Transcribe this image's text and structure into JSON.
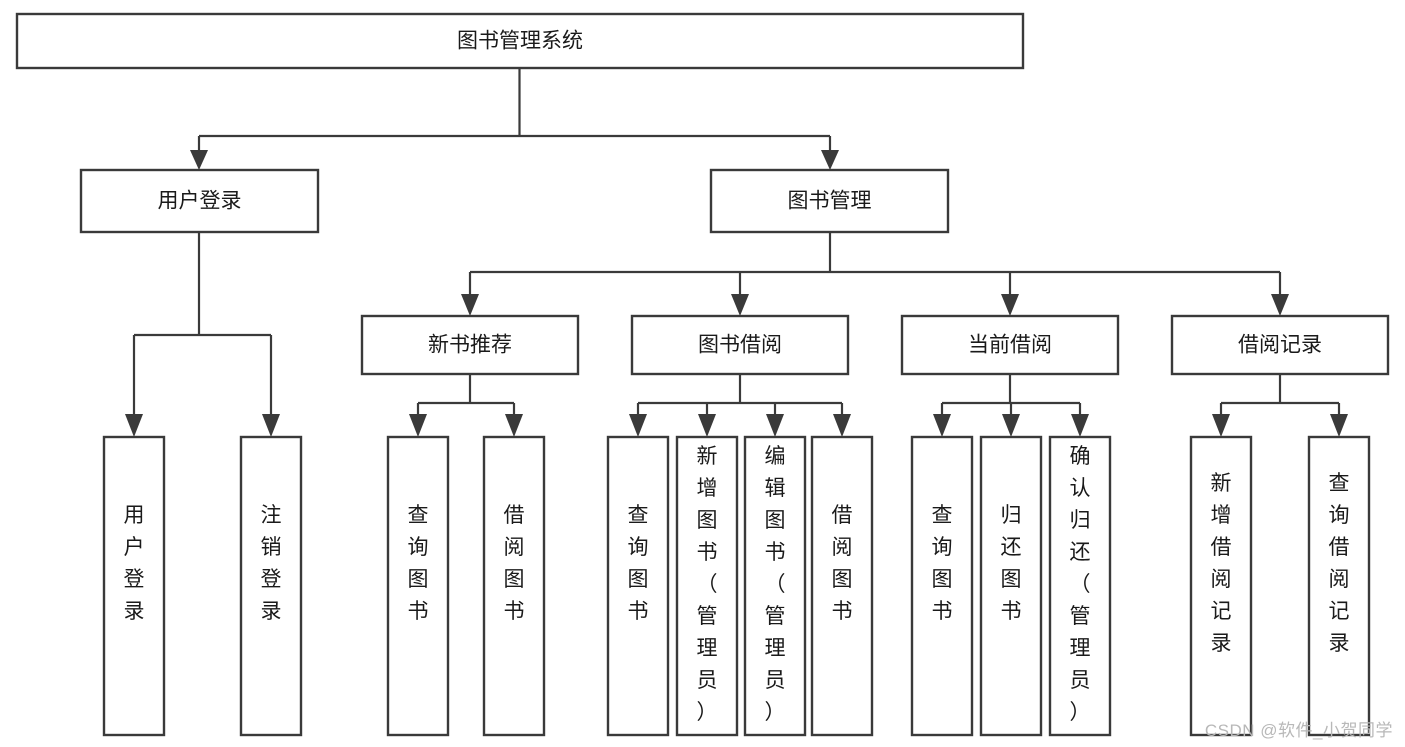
{
  "diagram": {
    "type": "tree-hierarchy",
    "title": "图书管理系统",
    "orientation": "top-down",
    "colors": {
      "box_stroke": "#3a3a3a",
      "box_fill": "#ffffff",
      "connector": "#3a3a3a",
      "text": "#1a1a1a",
      "watermark": "#b8b8b8",
      "background": "#ffffff"
    },
    "root": {
      "label": "图书管理系统",
      "name": "root-node"
    },
    "level2": [
      {
        "label": "用户登录",
        "name": "node-user-login"
      },
      {
        "label": "图书管理",
        "name": "node-book-management"
      }
    ],
    "level3": [
      {
        "label": "新书推荐",
        "name": "node-new-book-recommend"
      },
      {
        "label": "图书借阅",
        "name": "node-book-borrow"
      },
      {
        "label": "当前借阅",
        "name": "node-current-borrow"
      },
      {
        "label": "借阅记录",
        "name": "node-borrow-record"
      }
    ],
    "leaves": {
      "user_login": [
        {
          "label": "用户登录",
          "name": "leaf-user-login"
        },
        {
          "label": "注销登录",
          "name": "leaf-logout"
        }
      ],
      "new_book_recommend": [
        {
          "label": "查询图书",
          "name": "leaf-query-book-1"
        },
        {
          "label": "借阅图书",
          "name": "leaf-borrow-book-1"
        }
      ],
      "book_borrow": [
        {
          "label": "查询图书",
          "name": "leaf-query-book-2"
        },
        {
          "label": "新增图书（管理员）",
          "name": "leaf-add-book-admin"
        },
        {
          "label": "编辑图书（管理员）",
          "name": "leaf-edit-book-admin"
        },
        {
          "label": "借阅图书",
          "name": "leaf-borrow-book-2"
        }
      ],
      "current_borrow": [
        {
          "label": "查询图书",
          "name": "leaf-query-book-3"
        },
        {
          "label": "归还图书",
          "name": "leaf-return-book"
        },
        {
          "label": "确认归还（管理员）",
          "name": "leaf-confirm-return-admin"
        }
      ],
      "borrow_record": [
        {
          "label": "新增借阅记录",
          "name": "leaf-add-borrow-record"
        },
        {
          "label": "查询借阅记录",
          "name": "leaf-query-borrow-record"
        }
      ]
    }
  },
  "watermark": {
    "text": "CSDN @软件_小贺同学"
  }
}
